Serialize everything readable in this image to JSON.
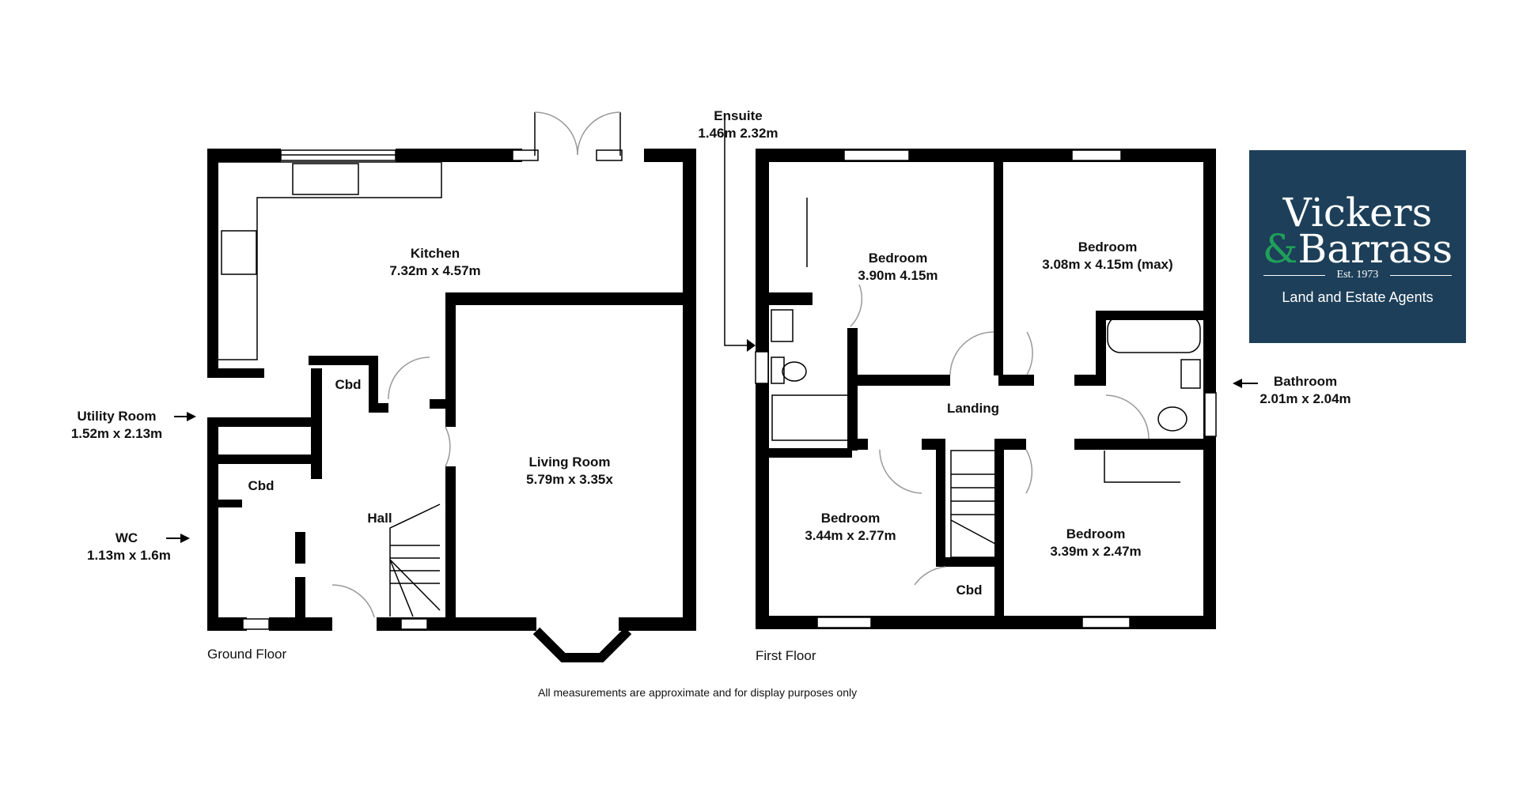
{
  "brand": {
    "name_line1": "Vickers",
    "name_amp": "&",
    "name_line2": "Barrass",
    "established": "Est. 1973",
    "tagline": "Land and Estate Agents",
    "colors": {
      "background": "#1d3f59",
      "ampersand": "#1fa05a",
      "text": "#ffffff"
    }
  },
  "ground_floor": {
    "label": "Ground Floor",
    "rooms": [
      {
        "name": "Kitchen",
        "dims": "7.32m x 4.57m"
      },
      {
        "name": "Living Room",
        "dims": "5.79m x 3.35x"
      },
      {
        "name": "Hall",
        "dims": ""
      },
      {
        "name": "Cbd",
        "dims": ""
      },
      {
        "name": "Cbd",
        "dims": ""
      }
    ],
    "callouts": [
      {
        "name": "Utility Room",
        "dims": "1.52m x 2.13m",
        "arrow": "right-arrow"
      },
      {
        "name": "WC",
        "dims": "1.13m x 1.6m",
        "arrow": "right-arrow"
      }
    ]
  },
  "first_floor": {
    "label": "First Floor",
    "rooms": [
      {
        "name": "Bedroom",
        "dims": "3.90m 4.15m"
      },
      {
        "name": "Bedroom",
        "dims": "3.08m x 4.15m (max)"
      },
      {
        "name": "Landing",
        "dims": ""
      },
      {
        "name": "Bedroom",
        "dims": "3.44m x 2.77m"
      },
      {
        "name": "Bedroom",
        "dims": "3.39m x 2.47m"
      },
      {
        "name": "Cbd",
        "dims": ""
      }
    ],
    "callouts": [
      {
        "name": "Ensuite",
        "dims": "1.46m 2.32m",
        "arrow": "down-right-arrow"
      },
      {
        "name": "Bathroom",
        "dims": "2.01m x 2.04m",
        "arrow": "left-arrow"
      }
    ]
  },
  "disclaimer": "All measurements are approximate and for display purposes only"
}
